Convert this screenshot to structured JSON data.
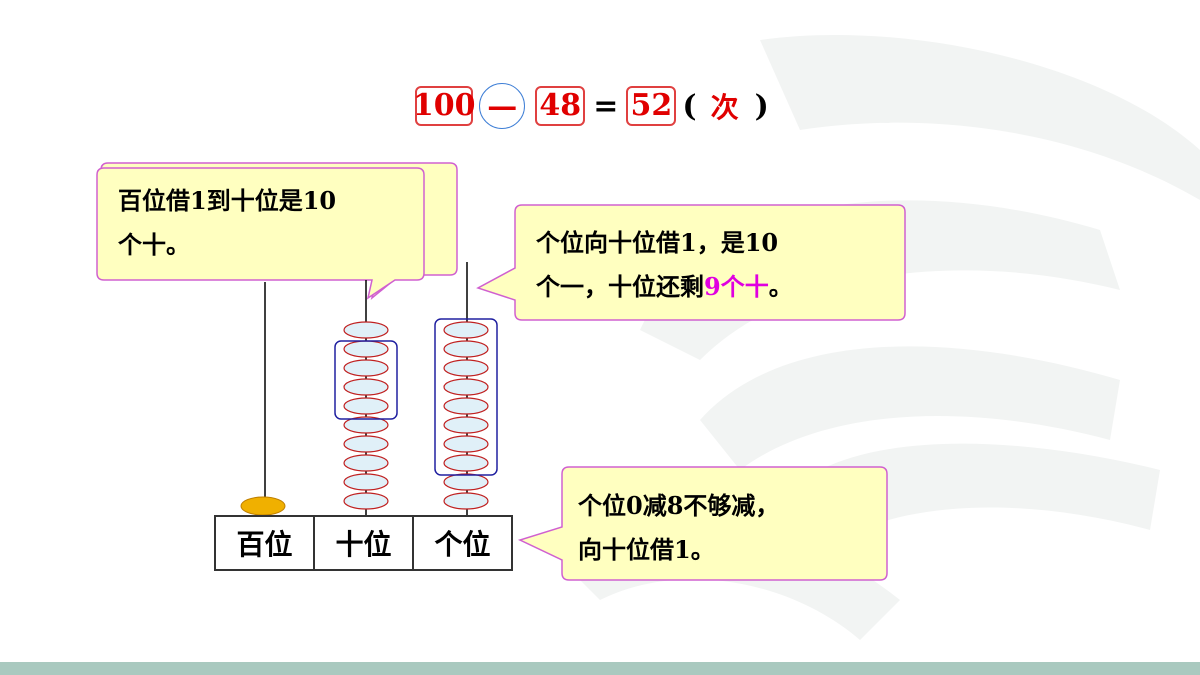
{
  "equation": {
    "minuend": "100",
    "operator": "—",
    "subtrahend": "48",
    "equals": "=",
    "result": "52",
    "paren_open": "(",
    "unit": "次",
    "paren_close": ")"
  },
  "bubbles": {
    "hundreds_borrow": {
      "line1": "百位借1到十位是10",
      "line2": "个十。"
    },
    "ones_borrow": {
      "line1": "个位向十位借1，是10",
      "line2_prefix": "个一，十位还剩",
      "line2_highlight": "9个十",
      "line2_suffix": "。"
    },
    "cannot_subtract": {
      "line1": "个位0减8不够减，",
      "line2": "向十位借1。"
    }
  },
  "abacus": {
    "rods": [
      {
        "label": "百位",
        "beads": 1
      },
      {
        "label": "十位",
        "beads": 10
      },
      {
        "label": "个位",
        "beads": 10
      }
    ]
  },
  "colors": {
    "accent_red": "#e00000",
    "bubble_fill": "#ffffc0",
    "bubble_border": "#d060d0",
    "highlight_magenta": "#e000e0",
    "group_box_blue": "#2020a0",
    "bead_fill": "#e0f0f8",
    "bead_stroke": "#c02020",
    "hundreds_bead": "#f0b000",
    "footer_bar": "#a9c9bf"
  }
}
